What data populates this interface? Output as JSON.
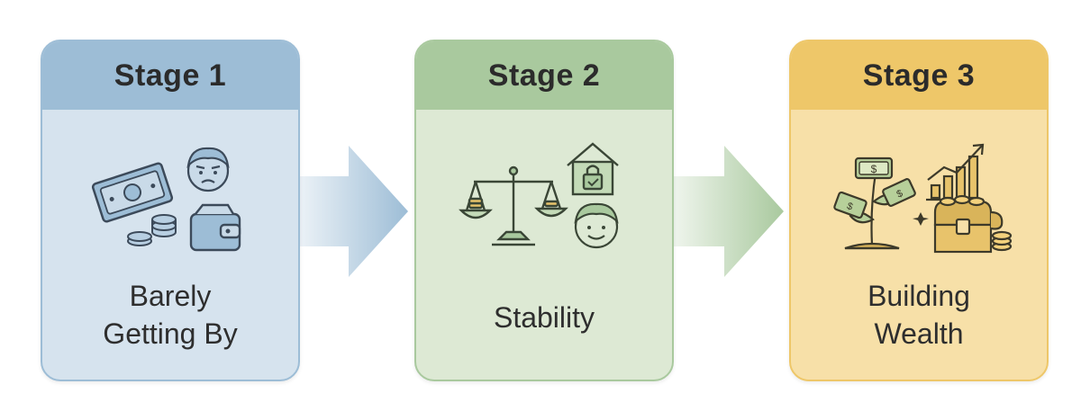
{
  "stages": [
    {
      "title": "Stage 1",
      "label_lines": [
        "Barely",
        "Getting By"
      ],
      "header_color": "#9dbdd6",
      "body_color": "#d6e3ee",
      "border_color": "#9dbdd6",
      "icons": [
        "banknote-icon",
        "coins-icon",
        "worried-face-icon",
        "wallet-icon"
      ]
    },
    {
      "title": "Stage 2",
      "label_lines": [
        "Stability"
      ],
      "header_color": "#a9c99e",
      "body_color": "#dde9d4",
      "border_color": "#a9c99e",
      "icons": [
        "balance-scale-icon",
        "house-lock-icon",
        "smiling-face-icon"
      ]
    },
    {
      "title": "Stage 3",
      "label_lines": [
        "Building",
        "Wealth"
      ],
      "header_color": "#eec769",
      "body_color": "#f7e0a8",
      "border_color": "#eec769",
      "icons": [
        "money-plant-icon",
        "growth-chart-icon",
        "treasure-chest-icon"
      ]
    }
  ],
  "arrows": [
    {
      "color": "#9dbdd6",
      "icon": "arrow-right-icon"
    },
    {
      "color": "#a9c99e",
      "icon": "arrow-right-icon"
    }
  ]
}
